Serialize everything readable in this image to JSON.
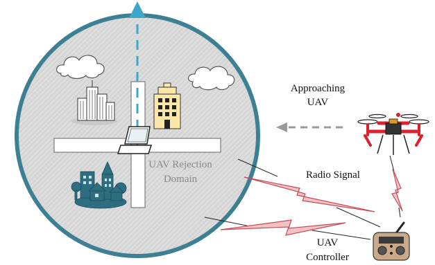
{
  "labels": {
    "approaching_line1": "Approaching",
    "approaching_line2": "UAV",
    "radio_signal": "Radio Signal",
    "domain_line1": "UAV Rejection",
    "domain_line2": "Domain",
    "controller_line1": "UAV",
    "controller_line2": "Controller"
  },
  "icons": {
    "laptop": "laptop-icon",
    "drone": "quadcopter-icon",
    "controller": "remote-controller-icon",
    "building": "office-building-icon",
    "skyscrapers": "skyscraper-cluster-icon",
    "houses": "houses-icon",
    "cloud": "cloud-icon"
  },
  "colors": {
    "circle_border": "#3d8093",
    "domain_fill": "#d9d9d9",
    "road": "#ffffff",
    "beam": "#3fa7c9",
    "signal": "#f3c2c4",
    "signal_stroke": "#c44d57",
    "arrow": "#9a9a9a",
    "building_yellow": "#fbe7a8",
    "city_blue": "#2d6e80",
    "drone_red": "#d9222c"
  }
}
